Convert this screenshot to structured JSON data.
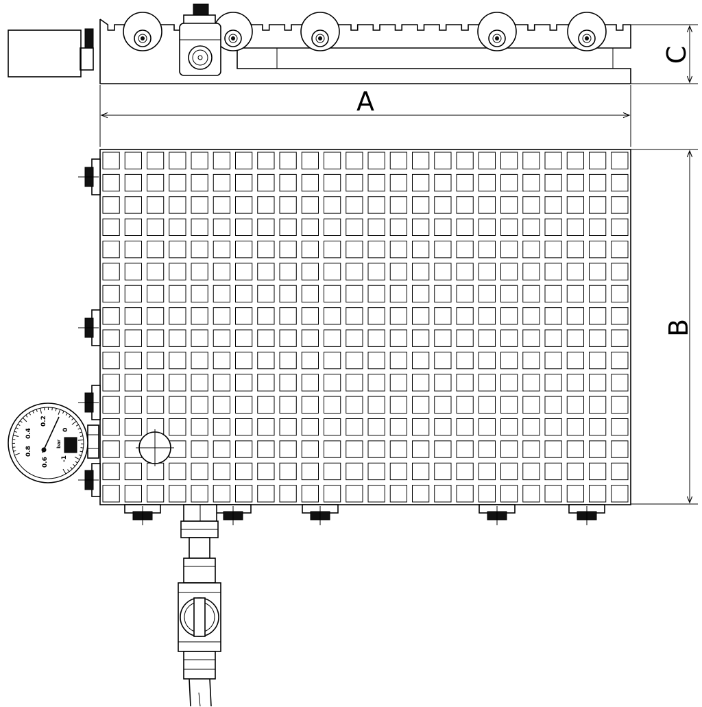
{
  "dimensions": {
    "width_label": "A",
    "depth_label": "B",
    "height_label": "C"
  },
  "gauge": {
    "scale": [
      "0.2",
      "0.4",
      "0.6",
      "0.8",
      "0",
      "-1"
    ],
    "unit": "bar"
  },
  "colors": {
    "line": "#000000",
    "background": "#ffffff"
  },
  "grid": {
    "columns": 24,
    "rows": 16
  }
}
